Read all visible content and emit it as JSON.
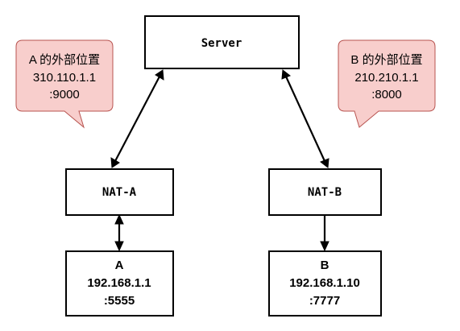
{
  "nodes": {
    "server": {
      "label": "Server"
    },
    "nat_a": {
      "label": "NAT-A"
    },
    "nat_b": {
      "label": "NAT-B"
    },
    "host_a": {
      "lines": [
        "A",
        "192.168.1.1",
        ":5555"
      ]
    },
    "host_b": {
      "lines": [
        "B",
        "192.168.1.10",
        ":7777"
      ]
    }
  },
  "callouts": {
    "a": {
      "lines": [
        "A 的外部位置",
        "310.110.1.1",
        ":9000"
      ]
    },
    "b": {
      "lines": [
        "B 的外部位置",
        "210.210.1.1",
        ":8000"
      ]
    }
  },
  "edges": [
    {
      "from": "server",
      "to": "nat_a",
      "direction": "both"
    },
    {
      "from": "server",
      "to": "nat_b",
      "direction": "both"
    },
    {
      "from": "nat_a",
      "to": "host_a",
      "direction": "both"
    },
    {
      "from": "nat_b",
      "to": "host_b",
      "direction": "forward"
    }
  ],
  "colors": {
    "callout_fill": "#f8cecc",
    "callout_stroke": "#b85450",
    "box_stroke": "#000000"
  }
}
